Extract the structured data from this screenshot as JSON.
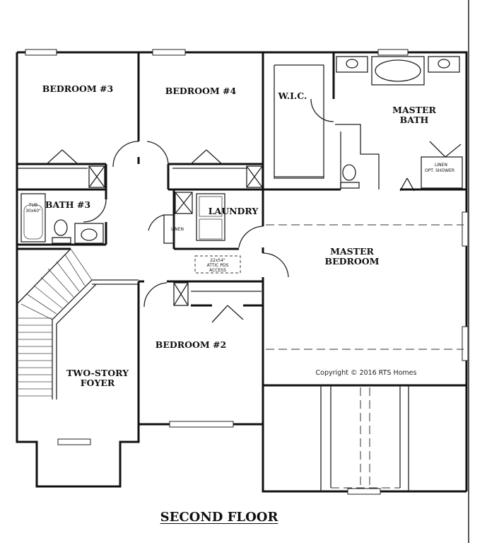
{
  "floor_title": "SECOND FLOOR",
  "copyright": "Copyright © 2016 RTS Homes",
  "rooms": {
    "bedroom3": "BEDROOM #3",
    "bedroom4": "BEDROOM #4",
    "wic": "W.I.C.",
    "master_bath_line1": "MASTER",
    "master_bath_line2": "BATH",
    "bath3": "BATH #3",
    "laundry": "LAUNDRY",
    "master_bedroom_line1": "MASTER",
    "master_bedroom_line2": "BEDROOM",
    "bedroom2": "BEDROOM #2",
    "foyer_line1": "TWO-STORY",
    "foyer_line2": "FOYER"
  },
  "fixtures": {
    "tub_line1": "TUB",
    "tub_line2": "30x60\"",
    "linen_closet": "LINEN",
    "linen_shower_line1": "LINEN",
    "linen_shower_line2": "OPT. SHOWER",
    "attic_line1": "22x54\"",
    "attic_line2": "ATTIC PDS",
    "attic_line3": "ACCESS"
  }
}
